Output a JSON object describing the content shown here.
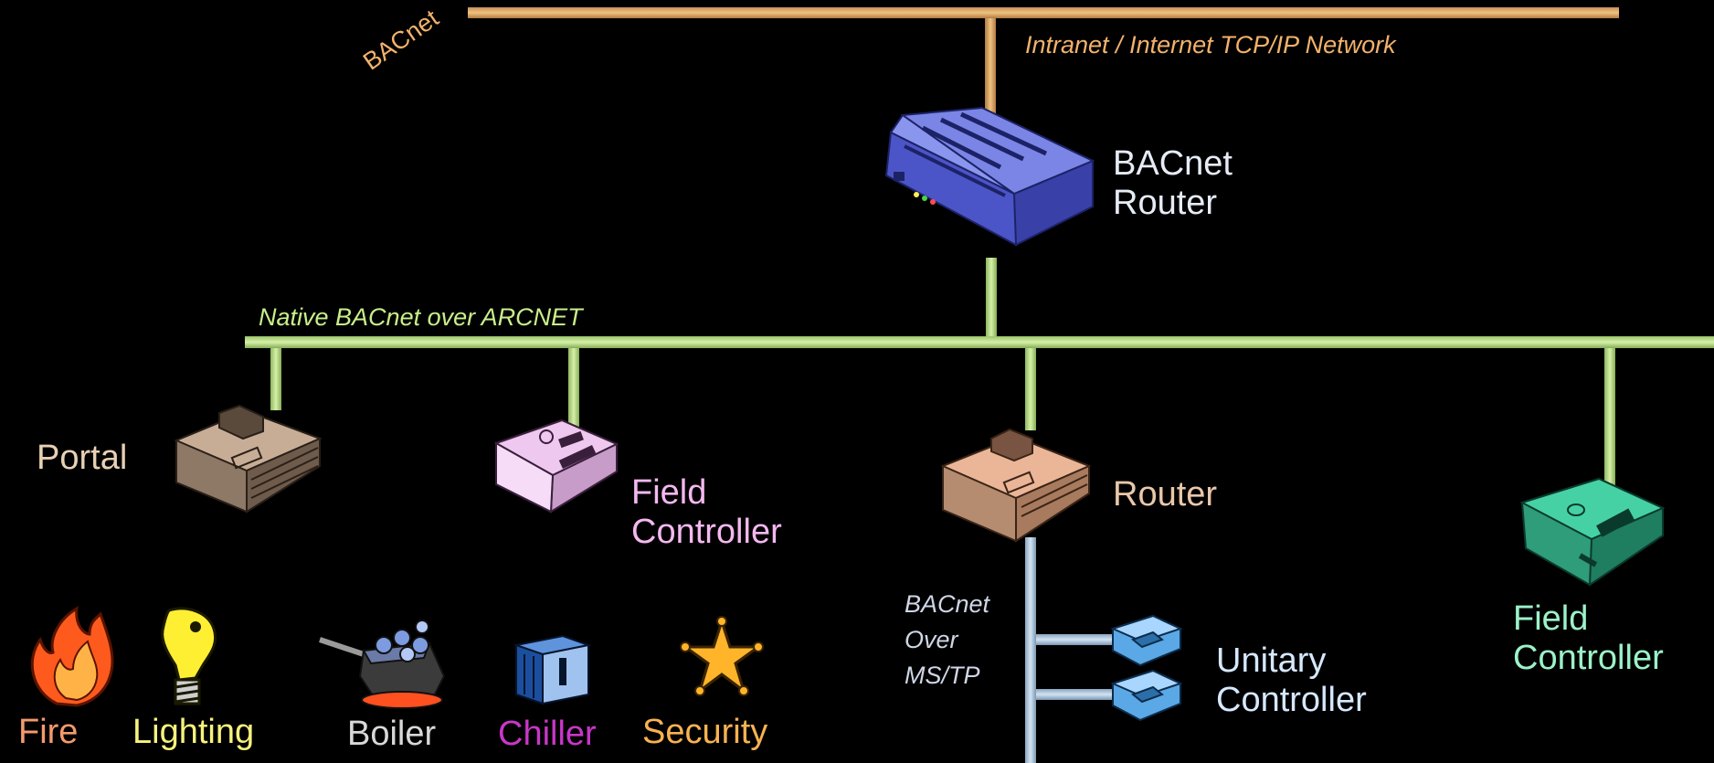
{
  "diagram": {
    "colors": {
      "background": "#000000",
      "tcpip_bus": "#e8b46a",
      "arcnet_bus": "#bde48e",
      "mstp_bus": "#a9c3db",
      "tcpip_label": "#f3b26b",
      "arcnet_label": "#c8ef8a",
      "mstp_label": "#cfd6e6",
      "router_label": "#e6ecf6",
      "portal_label": "#e8d0b4",
      "field1_label": "#f4b8f0",
      "router2_label": "#e9c7aa",
      "field2_label": "#9cf2c8",
      "unitary_label": "#d6e8ff",
      "fire": "#f39a6d",
      "lighting": "#f6f27c",
      "boiler": "#d8d8d8",
      "chiller": "#c837c8",
      "security": "#f8b250"
    },
    "backbone": {
      "rotated_label": "BACnet",
      "network_label": "Intranet / Internet TCP/IP Network"
    },
    "bacnet_router": {
      "line1": "BACnet",
      "line2": "Router",
      "icon": "router-device-icon"
    },
    "arcnet": {
      "label": "Native BACnet over ARCNET"
    },
    "devices": {
      "portal": {
        "label": "Portal",
        "icon": "portal-device-icon"
      },
      "field_controller_1": {
        "line1": "Field",
        "line2": "Controller",
        "icon": "field-controller-icon"
      },
      "router": {
        "label": "Router",
        "icon": "router-icon"
      },
      "field_controller_2": {
        "line1": "Field",
        "line2": "Controller",
        "icon": "field-controller-icon"
      },
      "unitary_controller": {
        "line1": "Unitary",
        "line2": "Controller",
        "icon": "unitary-controller-icon"
      }
    },
    "mstp": {
      "line1": "BACnet",
      "line2": "Over",
      "line3": "MS/TP"
    },
    "systems": [
      {
        "label": "Fire",
        "icon": "fire-icon"
      },
      {
        "label": "Lighting",
        "icon": "lightbulb-icon"
      },
      {
        "label": "Boiler",
        "icon": "boiler-icon"
      },
      {
        "label": "Chiller",
        "icon": "chiller-icon"
      },
      {
        "label": "Security",
        "icon": "security-badge-icon"
      }
    ]
  }
}
